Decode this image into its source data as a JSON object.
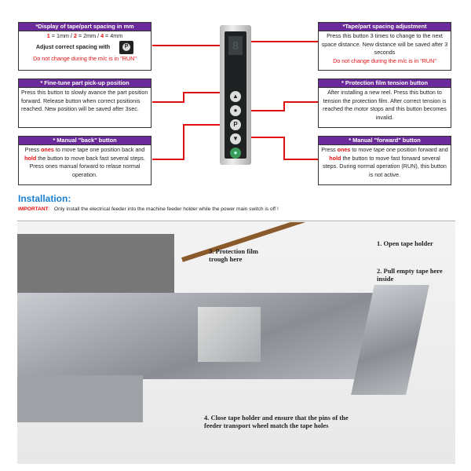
{
  "boxes": {
    "display": {
      "title": "*Display of  tape/part spacing in mm",
      "n1": "1",
      "t1": " = 1mm / ",
      "n2": "2",
      "t2": " = 2mm / ",
      "n3": "4",
      "t3": " = 4mm",
      "adjust": "Adjust correct spacing with",
      "key": "P",
      "warning": "Do not change during the m/c is in \"RUN\""
    },
    "finetune": {
      "title": "* Fine-tune part pick-up position",
      "body": "Press this button to slowly avance the part position forward. Release button when correct positionis reached. New position will be saved after 3sec."
    },
    "back": {
      "title": "* Manual \"back\" button",
      "a": "Press ",
      "ones": "ones",
      "b": " to move tape one position back and ",
      "hold": "hold",
      "c": " the button to move back fast several steps. Press ones manual forward to relase normal operation."
    },
    "spacing": {
      "title": "*Tape/part spacing adjustment",
      "body": "Press this button 3 times to change to the next space distance. New distance will be saved after 3 seconds",
      "warning": "Do not change during the m/c is in \"RUN\""
    },
    "tension": {
      "title": "* Protection film tension button",
      "body": "After installing a new reel. Press this button to tension the protection film. After correct tension is reached the motor stops and this button becomes invalid."
    },
    "forward": {
      "title": "* Manual \"forward\" button",
      "a": "Press ",
      "ones": "ones",
      "b": " to move tape one position forward and ",
      "hold": "hold",
      "c": " the button to move fast forward several steps. During normal operation (RUN), this button is not active."
    }
  },
  "keypad": {
    "display": "8",
    "keys": [
      "▲",
      "●",
      "P",
      "▼",
      "●"
    ]
  },
  "installation": {
    "heading": "Installation:",
    "important": "IMPORTANT",
    "colon": ":",
    "text": "Only install the electrical feeder into the machine feeder holder while the power main switch is off !"
  },
  "photo": {
    "labels": [
      "1. Open tape holder",
      "2. Pull empty tape here inside",
      "3. Protection film trough here",
      "4. Close tape holder and ensure that the pins of the feeder transport wheel match the tape holes"
    ]
  },
  "colors": {
    "header": "#6a2a9a",
    "accent": "#e01010",
    "heading": "#1a7fd0"
  }
}
